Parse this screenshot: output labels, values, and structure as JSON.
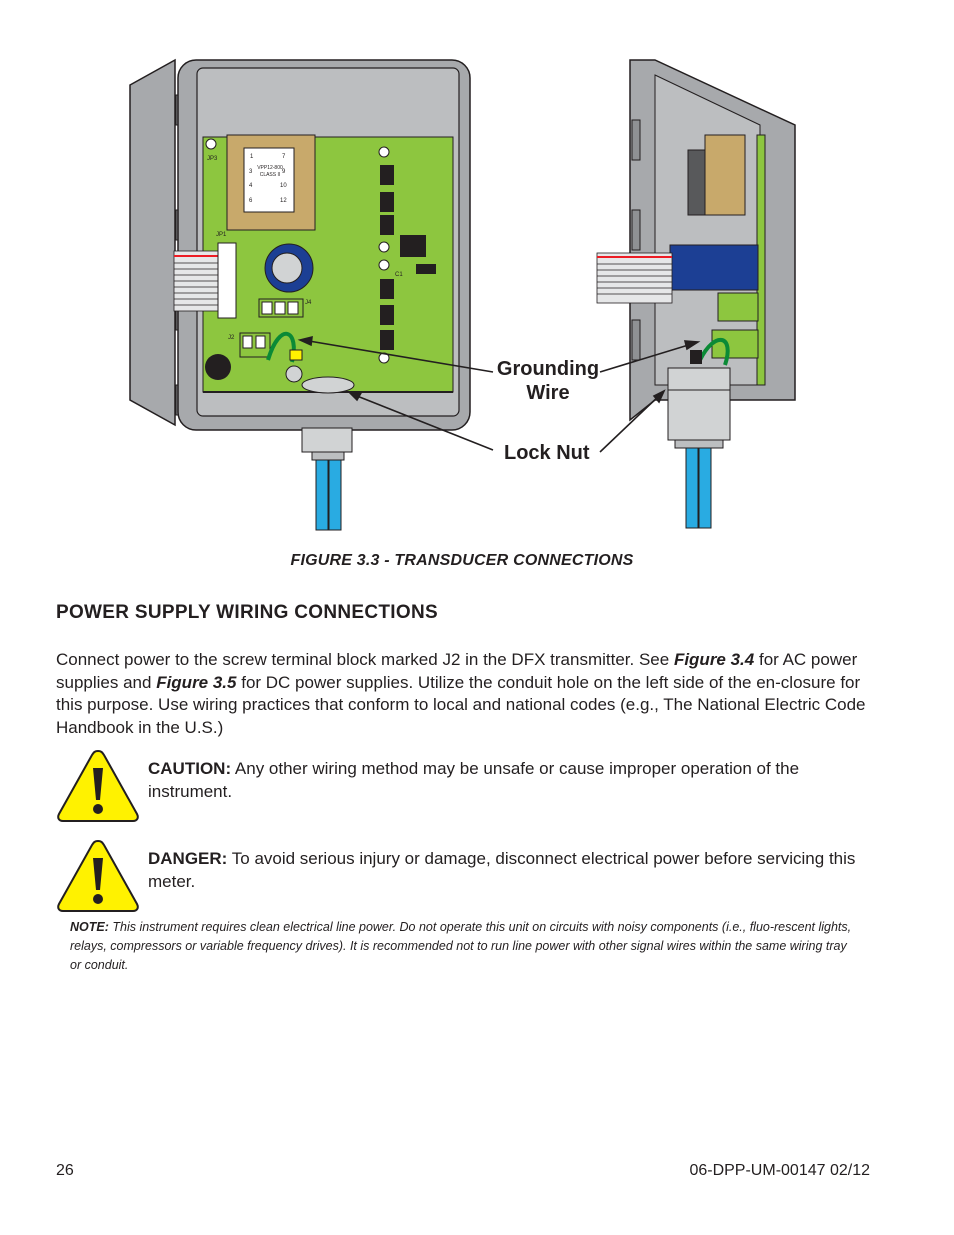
{
  "figure": {
    "callouts": {
      "grounding_wire_line1": "Grounding",
      "grounding_wire_line2": "Wire",
      "lock_nut": "Lock Nut"
    },
    "board_labels": {
      "jp3": "JP3",
      "jp1": "JP1",
      "j4": "J4",
      "j2": "J2",
      "c1": "C1",
      "transformer_model": "VPP12-800",
      "transformer_class": "CLASS II",
      "transformer_pins": [
        "1",
        "7",
        "3",
        "9",
        "4",
        "10",
        "6",
        "12"
      ]
    },
    "caption": "FIGURE 3.3 - TRANSDUCER CONNECTIONS"
  },
  "section": {
    "heading": "POWER SUPPLY WIRING CONNECTIONS",
    "para_part1": "Connect power to the screw terminal block marked J2 in the DFX transmitter. See ",
    "fig_ref1": "Figure 3.4",
    "para_part2": " for AC power supplies and ",
    "fig_ref2": "Figure 3.5",
    "para_part3": " for DC power supplies. Utilize the conduit hole on the left side of the en-closure for this purpose. Use wiring practices that conform to local and national codes (e.g., The National Electric Code Handbook in the U.S.)"
  },
  "caution": {
    "label": "CAUTION:",
    "text": " Any other wiring method may be unsafe or cause improper operation of the instrument."
  },
  "danger": {
    "label": "DANGER:",
    "text": " To avoid serious injury or damage, disconnect electrical power before servicing this meter."
  },
  "note": {
    "label": "NOTE:",
    "text": " This instrument requires clean electrical line power. Do not operate this unit on circuits with noisy components (i.e., fluo-rescent lights, relays, compressors or variable frequency drives). It is recommended not to run line power with other signal wires within the same wiring tray or conduit."
  },
  "footer": {
    "page_number": "26",
    "doc_id": "06-DPP-UM-00147  02/12"
  },
  "colors": {
    "enclosure": "#a7a9ac",
    "board": "#8dc63f",
    "conduit": "#29abe2",
    "warning_yellow": "#fff200"
  }
}
